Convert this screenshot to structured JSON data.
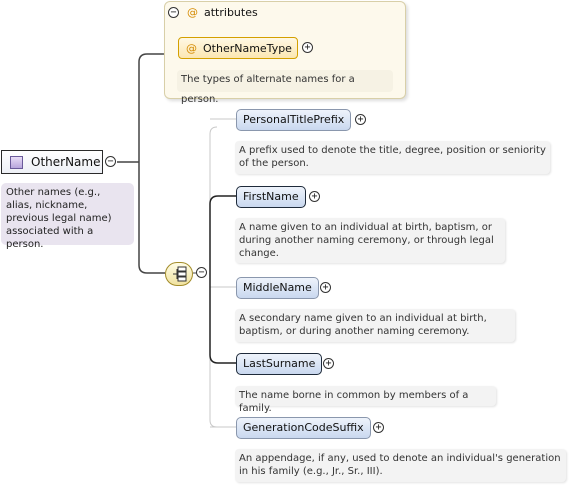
{
  "root": {
    "name": "OtherName",
    "description": "Other names (e.g., alias, nickname, previous legal name) associated with a person."
  },
  "attributes": {
    "header": "attributes",
    "items": [
      {
        "name": "OtherNameType",
        "description": "The types of alternate names for a person."
      }
    ]
  },
  "sequence": {
    "children": [
      {
        "name": "PersonalTitlePrefix",
        "required": false,
        "description": "A prefix used to denote the title, degree, position or seniority of the person."
      },
      {
        "name": "FirstName",
        "required": true,
        "description": "A name given to an individual at birth, baptism, or during another naming ceremony, or through legal change."
      },
      {
        "name": "MiddleName",
        "required": false,
        "description": "A secondary name given to an individual at birth, baptism, or during another naming ceremony."
      },
      {
        "name": "LastSurname",
        "required": true,
        "description": "The name borne in common by members of a family."
      },
      {
        "name": "GenerationCodeSuffix",
        "required": false,
        "description": "An appendage, if any, used to denote an individual's generation in his family (e.g., Jr., Sr., III)."
      }
    ]
  },
  "symbols": {
    "collapse": "−",
    "expand": "+",
    "attribute": "@"
  }
}
